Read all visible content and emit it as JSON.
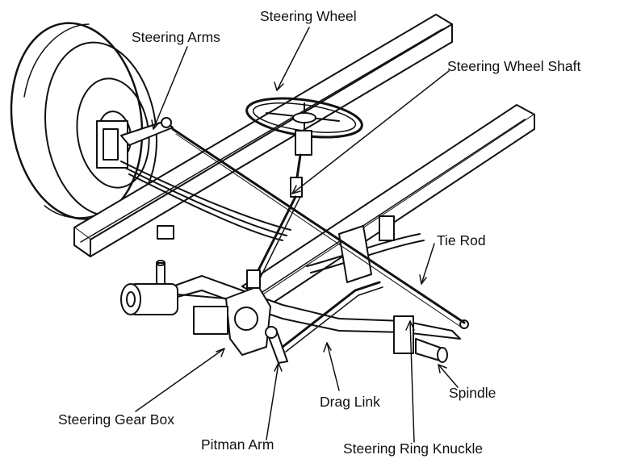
{
  "diagram": {
    "labels": {
      "steering_wheel": "Steering Wheel",
      "steering_arms": "Steering Arms",
      "steering_wheel_shaft": "Steering Wheel Shaft",
      "tie_rod": "Tie Rod",
      "spindle": "Spindle",
      "drag_link": "Drag Link",
      "steering_gear_box": "Steering Gear Box",
      "pitman_arm": "Pitman Arm",
      "steering_ring_knuckle": "Steering Ring Knuckle"
    },
    "colors": {
      "ink": "#111111",
      "background": "#ffffff"
    }
  }
}
